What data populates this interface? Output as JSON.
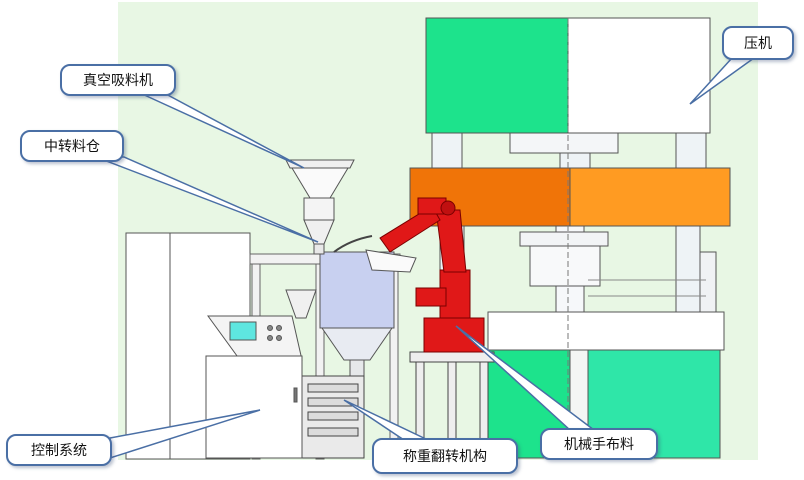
{
  "colors": {
    "background": "#e8f7e4",
    "press_green": "#1de38c",
    "press_orange_left": "#f07408",
    "press_orange_right": "#ff9b22",
    "robot_red": "#e01818",
    "hopper_blue": "#c8d0f0",
    "callout_border": "#4a6fa5"
  },
  "labels": {
    "vacuum_loader": "真空吸料机",
    "transfer_bin": "中转料仓",
    "press": "压机",
    "control_system": "控制系统",
    "weigh_flip": "称重翻转机构",
    "robot_arm": "机械手布料"
  },
  "icons": [
    "callout-arrow",
    "control-screen-icon",
    "robot-arm-icon"
  ]
}
